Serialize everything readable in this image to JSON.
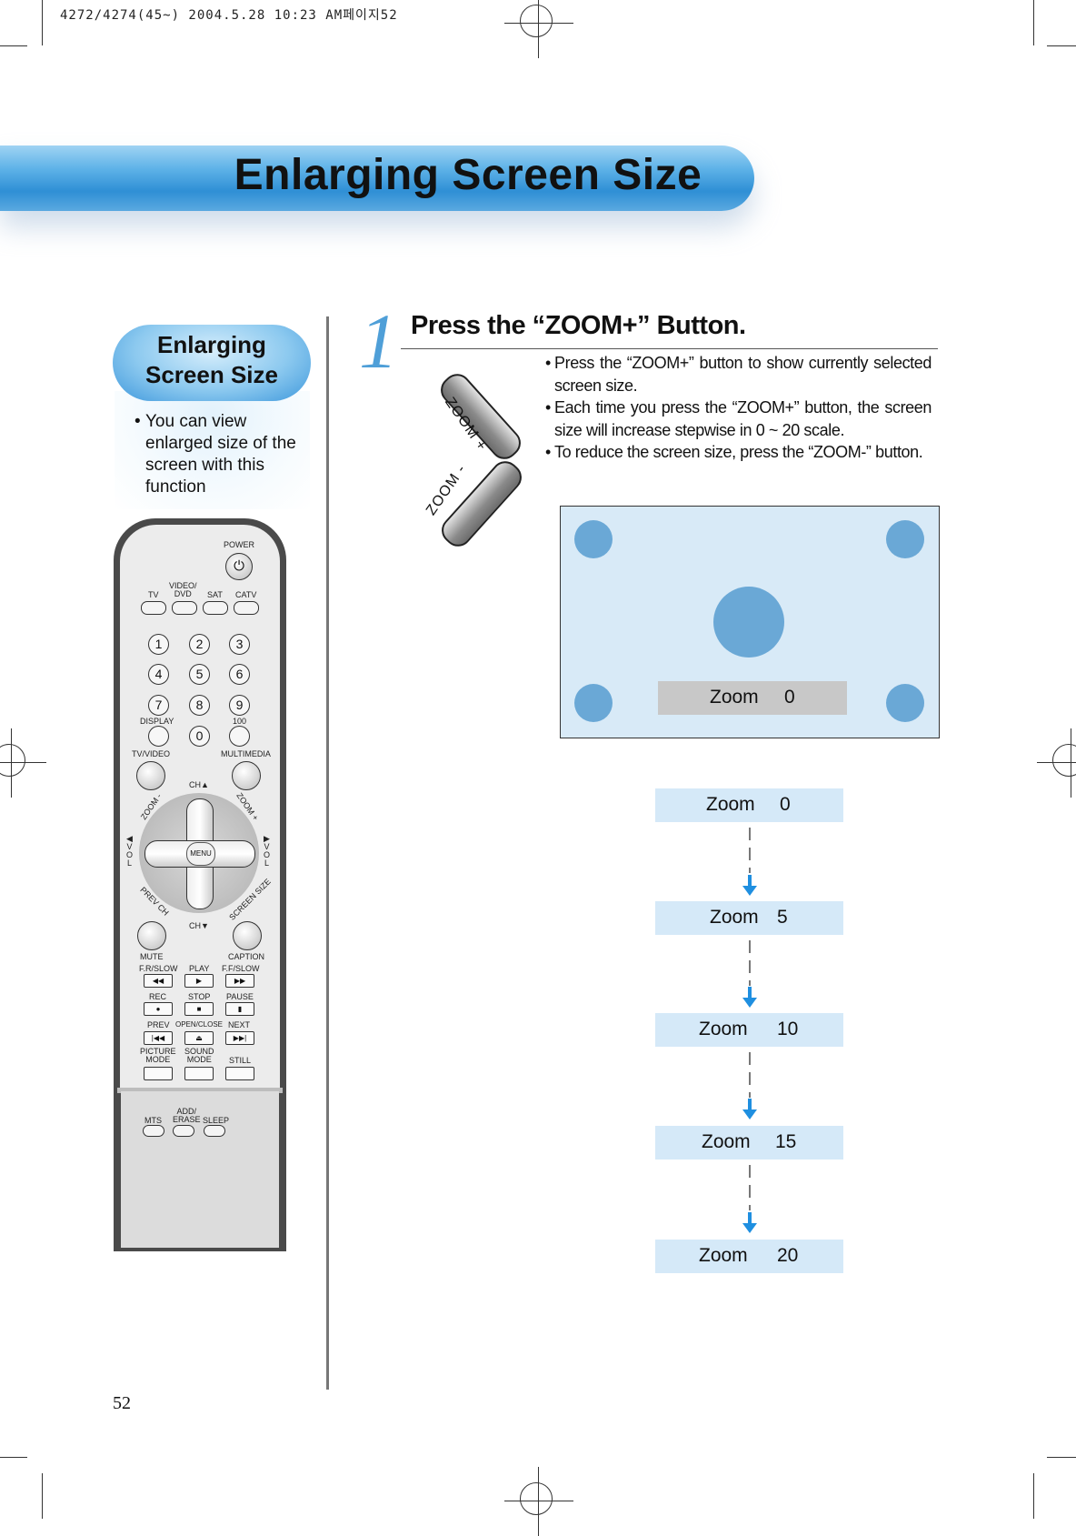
{
  "print_slug": "4272/4274(45~) 2004.5.28 10:23 AM페이지52",
  "page_title": "Enlarging Screen Size",
  "sidebar": {
    "title_line1": "Enlarging",
    "title_line2": "Screen Size",
    "bullet": "•",
    "description": "You can view enlarged size of the screen with this function"
  },
  "remote": {
    "power": "POWER",
    "video_dvd": "VIDEO/\nDVD",
    "tv": "TV",
    "sat": "SAT",
    "catv": "CATV",
    "digits": [
      "1",
      "2",
      "3",
      "4",
      "5",
      "6",
      "7",
      "8",
      "9",
      "0"
    ],
    "display": "DISPLAY",
    "hundred": "100",
    "tv_video": "TV/VIDEO",
    "multimedia": "MULTIMEDIA",
    "ch_up": "CH▲",
    "ch_down": "CH▼",
    "zoom_minus": "ZOOM -",
    "zoom_plus": "ZOOM +",
    "vol_left": "◀\nV\nO\nL",
    "vol_right": "▶\nV\nO\nL",
    "menu": "MENU",
    "prev_ch": "PREV CH",
    "screen_size": "SCREEN SIZE",
    "mute": "MUTE",
    "caption": "CAPTION",
    "fr_slow": "F.R/SLOW",
    "play": "PLAY",
    "ff_slow": "F.F/SLOW",
    "rec": "REC",
    "stop": "STOP",
    "pause": "PAUSE",
    "prev": "PREV",
    "open_close": "OPEN/CLOSE",
    "next": "NEXT",
    "picture_mode": "PICTURE\nMODE",
    "sound_mode": "SOUND\nMODE",
    "still": "STILL",
    "mts": "MTS",
    "add_erase": "ADD/\nERASE",
    "sleep": "SLEEP"
  },
  "step": {
    "number": "1",
    "title": "Press the “ZOOM+” Button.",
    "bullets": [
      "Press the “ZOOM+” button to show currently selected screen size.",
      "Each time you press the “ZOOM+” button, the screen size will increase stepwise in 0 ~ 20 scale.",
      "To reduce the screen size, press the “ZOOM-” button."
    ],
    "zoom_plus_label": "ZOOM +",
    "zoom_minus_label": "ZOOM -"
  },
  "screen_preview": {
    "label": "Zoom",
    "value": "0"
  },
  "zoom_scale": [
    {
      "label": "Zoom",
      "value": "0"
    },
    {
      "label": "Zoom",
      "value": "5"
    },
    {
      "label": "Zoom",
      "value": "10"
    },
    {
      "label": "Zoom",
      "value": "15"
    },
    {
      "label": "Zoom",
      "value": "20"
    }
  ],
  "page_number": "52",
  "colors": {
    "banner_blue": "#2f8fd5",
    "accent_blue": "#4f9fd8",
    "scale_box": "#d5e9f8",
    "screen_bg": "#d8eaf7",
    "arrow_blue": "#1f8fe0"
  }
}
